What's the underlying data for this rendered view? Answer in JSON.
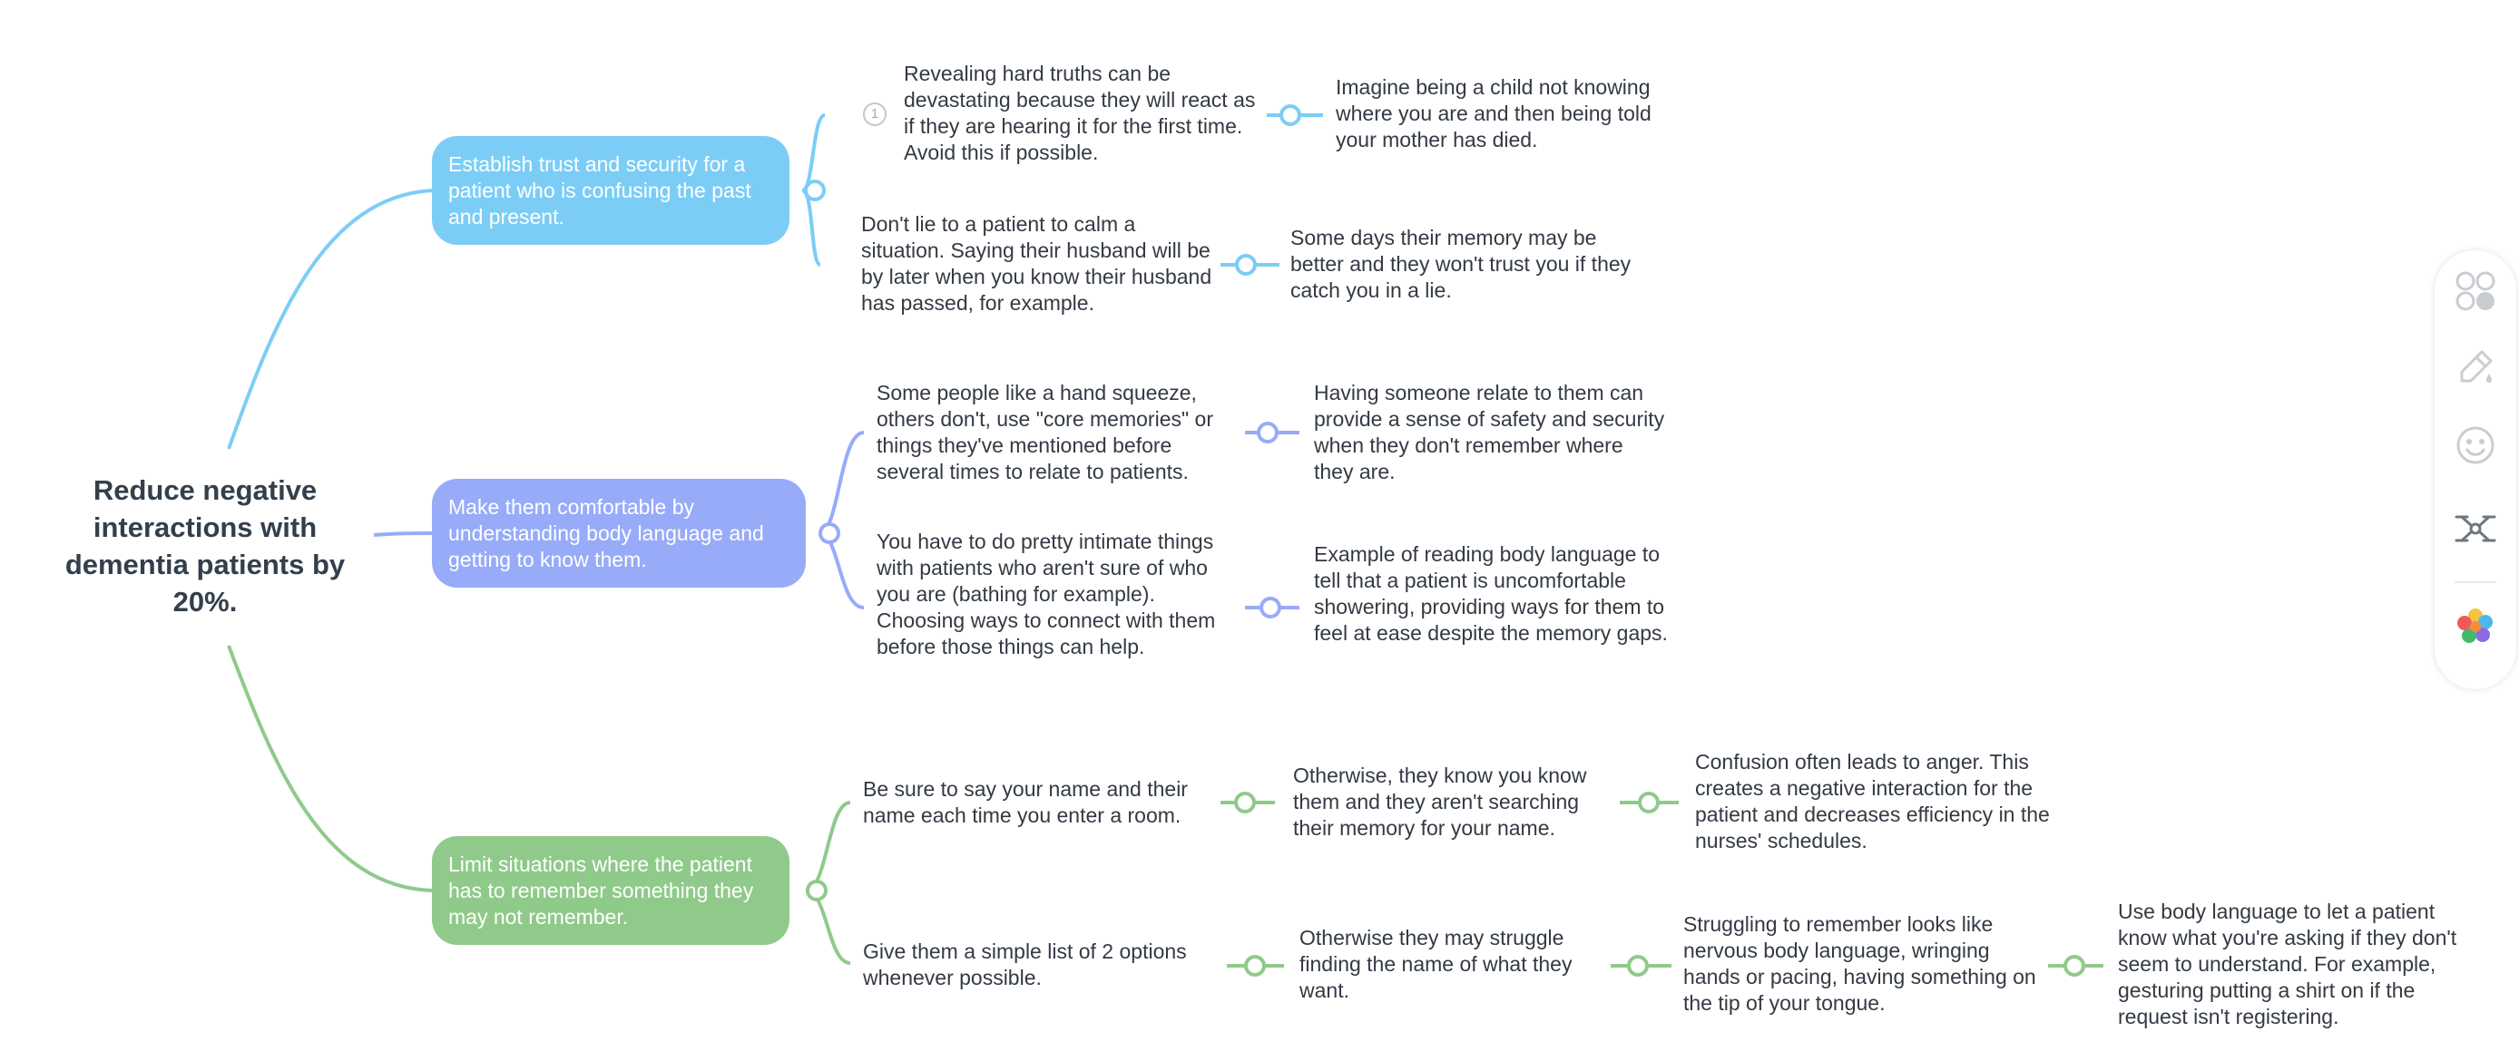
{
  "central_topic": "Reduce negative interactions with dementia patients by 20%.",
  "colors": {
    "blue": "#7ccdf6",
    "purple": "#97abf9",
    "green": "#8fca8a",
    "text": "#333a44",
    "central_text": "#333f4b"
  },
  "branches": [
    {
      "label": "Establish trust and security for a patient who is confusing the past and present.",
      "color": "#7ccdf6",
      "children": [
        {
          "number_badge": "1",
          "text": "Revealing hard truths can be devastating because they will react as if they are hearing it for the first time. Avoid this if possible.",
          "children": [
            {
              "text": "Imagine being a child not knowing where you are and then being told your mother has died."
            }
          ]
        },
        {
          "text": "Don't lie to a patient to calm a situation. Saying their husband will be by later when you know their husband has passed, for example.",
          "children": [
            {
              "text": "Some days their memory may be better and they won't trust you if they catch you in a lie."
            }
          ]
        }
      ]
    },
    {
      "label": "Make them comfortable by understanding body language and getting to know them.",
      "color": "#97abf9",
      "children": [
        {
          "text": "Some people like a hand squeeze, others don't, use \"core memories\" or things they've mentioned before several times to relate to patients.",
          "children": [
            {
              "text": "Having someone relate to them can provide a sense of safety and security when they don't remember where they are."
            }
          ]
        },
        {
          "text": "You have to do pretty intimate things with patients who aren't sure of who you are (bathing for example). Choosing ways to connect with them before those things can help.",
          "children": [
            {
              "text": "Example of reading body language to tell that a patient is uncomfortable showering, providing ways for them to feel at ease despite the memory gaps."
            }
          ]
        }
      ]
    },
    {
      "label": "Limit situations where the patient has to remember something they may not remember.",
      "color": "#8fca8a",
      "children": [
        {
          "text": "Be sure to say your name and their name each time you enter a room.",
          "children": [
            {
              "text": "Otherwise, they know you know them and they aren't searching their memory for your name.",
              "children": [
                {
                  "text": "Confusion often leads to anger. This creates a negative interaction for the patient and decreases efficiency in the nurses' schedules."
                }
              ]
            }
          ]
        },
        {
          "text": "Give them a simple list of 2 options whenever possible.",
          "children": [
            {
              "text": "Otherwise they may struggle finding the name of what they want.",
              "children": [
                {
                  "text": "Struggling to remember looks like nervous body language, wringing hands or pacing, having something on the tip of your tongue.",
                  "children": [
                    {
                      "text": "Use body language to let a patient know what you're asking if they don't seem to understand. For example, gesturing putting a shirt on if the request isn't registering."
                    }
                  ]
                }
              ]
            }
          ]
        }
      ]
    }
  ],
  "toolbar": {
    "icons": [
      "layout-icon",
      "format-paint-icon",
      "sticker-icon",
      "structure-icon",
      "theme-colors-icon"
    ]
  }
}
